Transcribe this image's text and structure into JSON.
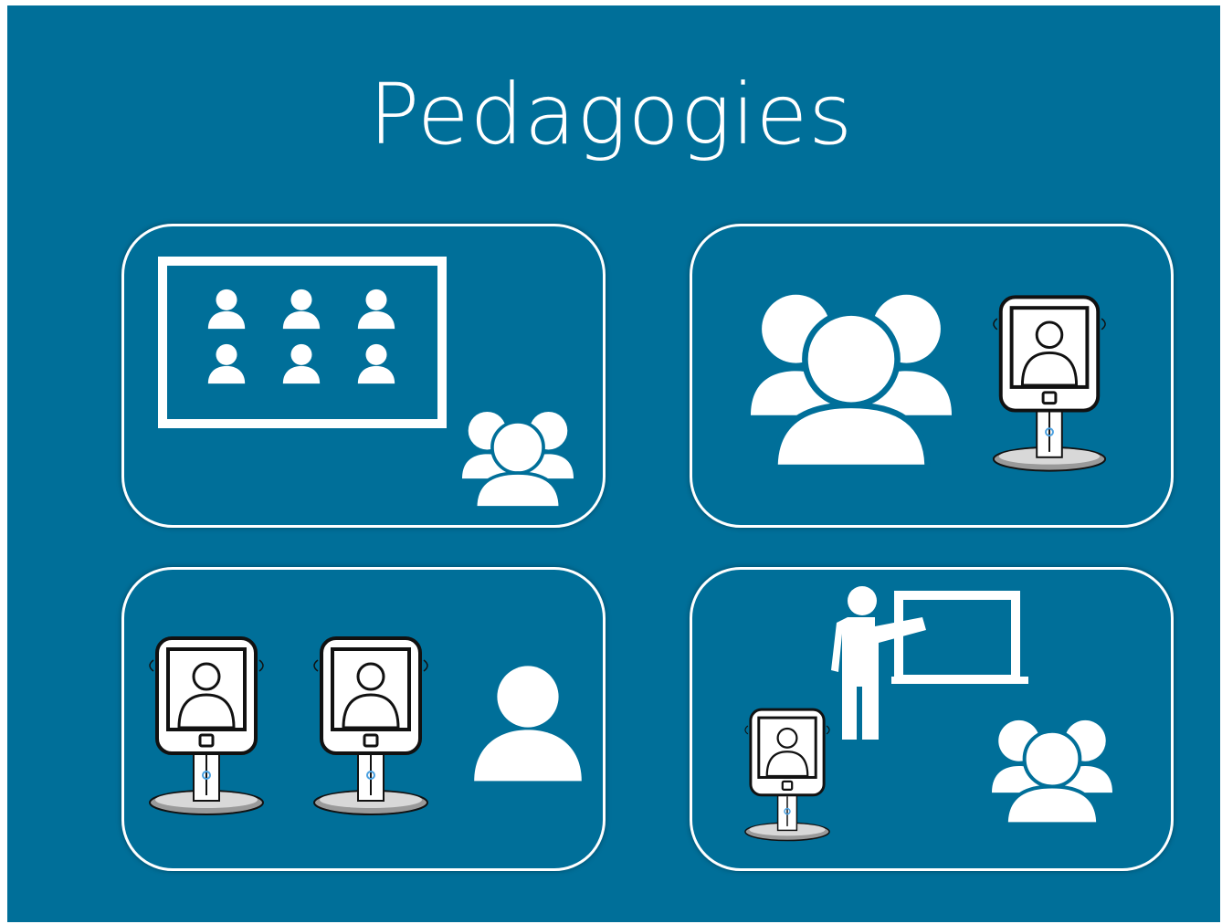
{
  "slide": {
    "title": "Pedagogies",
    "background_color": "#006f99",
    "foreground_color": "#ffffff"
  },
  "panels": [
    {
      "id": "panel-1",
      "icons": [
        "screen-icon",
        "person-icon",
        "group-icon"
      ]
    },
    {
      "id": "panel-2",
      "icons": [
        "group-icon",
        "telepresence-robot-icon"
      ]
    },
    {
      "id": "panel-3",
      "icons": [
        "telepresence-robot-icon",
        "person-icon"
      ]
    },
    {
      "id": "panel-4",
      "icons": [
        "teacher-at-board-icon",
        "telepresence-robot-icon",
        "group-icon"
      ]
    }
  ]
}
